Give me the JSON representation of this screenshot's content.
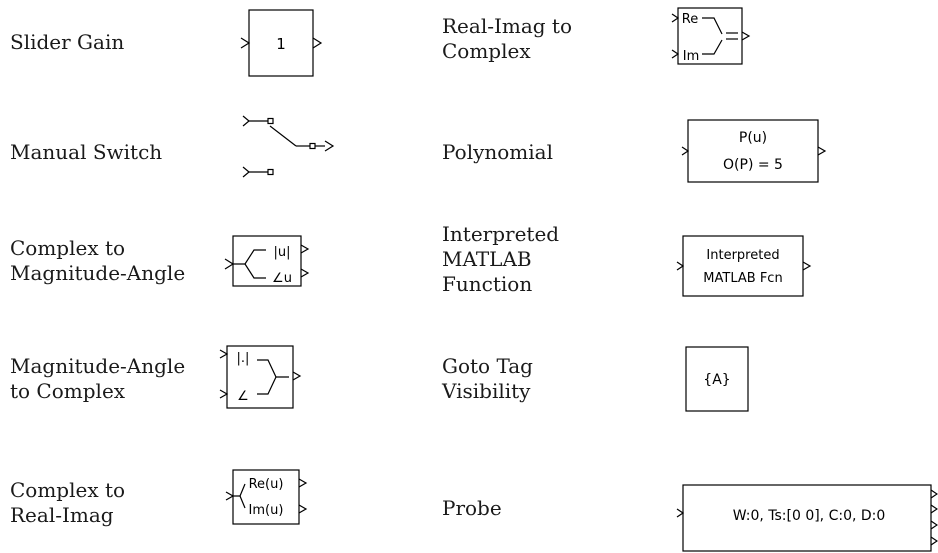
{
  "colors": {
    "background": "#ffffff",
    "stroke": "#000000",
    "text": "#1a1a1a"
  },
  "labels": {
    "slider_gain": "Slider Gain",
    "manual_switch": "Manual Switch",
    "complex_mag_angle": [
      "Complex to",
      "Magnitude-Angle"
    ],
    "mag_angle_complex": [
      "Magnitude-Angle",
      "to Complex"
    ],
    "complex_real_imag": [
      "Complex to",
      "Real-Imag"
    ],
    "real_imag_complex": [
      "Real-Imag to",
      "Complex"
    ],
    "polynomial": "Polynomial",
    "interpreted_matlab": [
      "Interpreted",
      "MATLAB",
      "Function"
    ],
    "goto_tag_visibility": [
      "Goto Tag",
      "Visibility"
    ],
    "probe": "Probe"
  },
  "blocks": {
    "slider_gain_value": "1",
    "cma_mag": "|u|",
    "cma_angle": "∠u",
    "mac_mag": "|.|",
    "mac_angle": "∠",
    "cri_re": "Re(u)",
    "cri_im": "Im(u)",
    "ric_re": "Re",
    "ric_im": "Im",
    "poly_line1": "P(u)",
    "poly_line2": "O(P) = 5",
    "interp_line1": "Interpreted",
    "interp_line2": "MATLAB Fcn",
    "goto_tag": "{A}",
    "probe_text": "W:0, Ts:[0 0], C:0, D:0"
  }
}
